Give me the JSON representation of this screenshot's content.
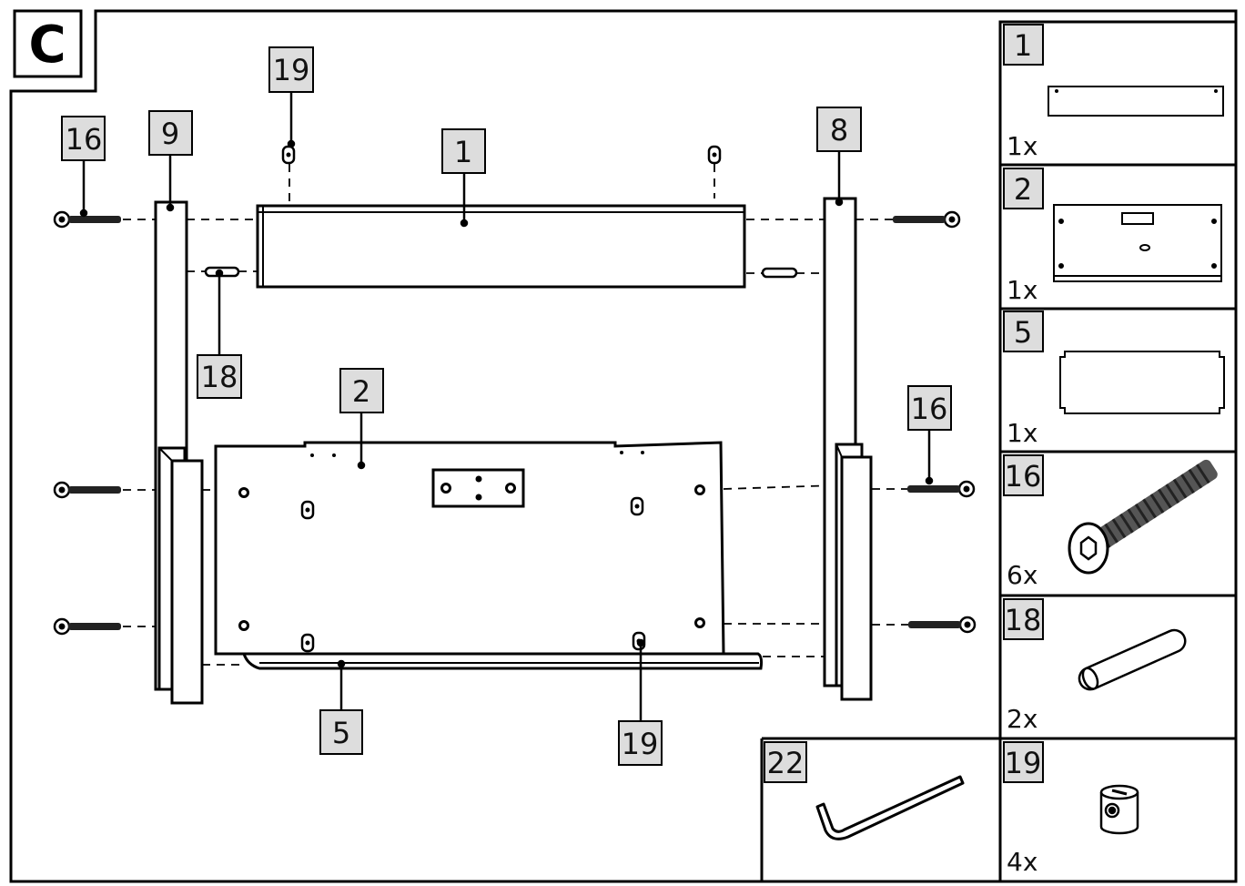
{
  "step": "C",
  "diagram_labels": {
    "l16a": "16",
    "l9": "9",
    "l19a": "19",
    "l1": "1",
    "l8": "8",
    "l18": "18",
    "l2": "2",
    "l16b": "16",
    "l5": "5",
    "l19b": "19"
  },
  "parts": [
    {
      "id": "1",
      "qty": "1x",
      "icon": "panel-1-icon"
    },
    {
      "id": "2",
      "qty": "1x",
      "icon": "panel-2-icon"
    },
    {
      "id": "5",
      "qty": "1x",
      "icon": "panel-5-icon"
    },
    {
      "id": "16",
      "qty": "6x",
      "icon": "bolt-icon"
    },
    {
      "id": "18",
      "qty": "2x",
      "icon": "dowel-icon"
    },
    {
      "id": "19",
      "qty": "4x",
      "icon": "barrel-nut-icon"
    }
  ],
  "tool": {
    "id": "22",
    "icon": "hex-key-icon"
  }
}
